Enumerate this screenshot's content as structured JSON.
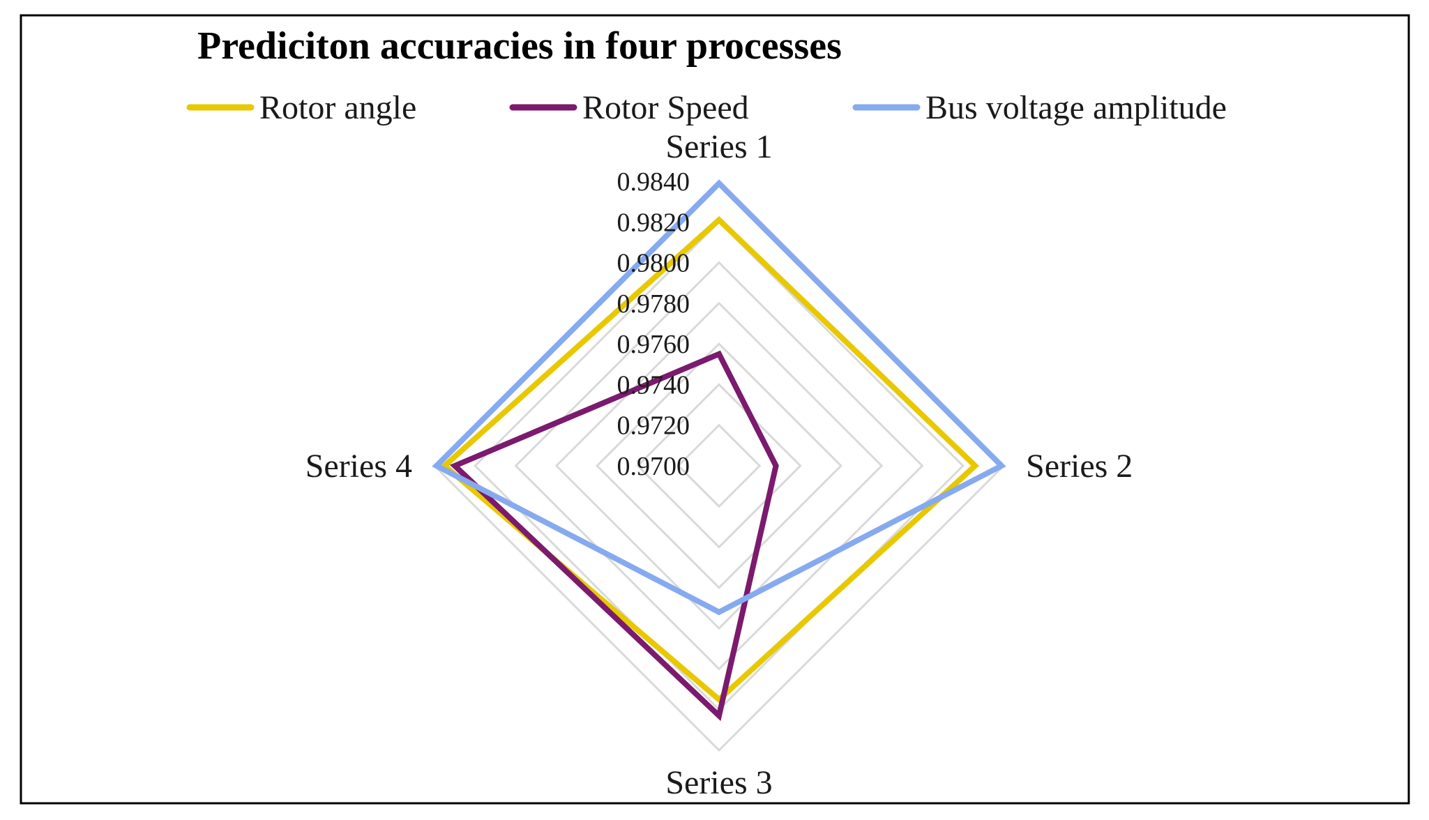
{
  "chart_data": {
    "type": "radar",
    "title": "Prediciton accuracies in four processes",
    "categories": [
      "Series 1",
      "Series 2",
      "Series 3",
      "Series 4"
    ],
    "rlim": [
      0.97,
      0.984
    ],
    "ticks": [
      "0.9700",
      "0.9720",
      "0.9740",
      "0.9760",
      "0.9780",
      "0.9800",
      "0.9820",
      "0.9840"
    ],
    "tick_values": [
      0.97,
      0.972,
      0.974,
      0.976,
      0.978,
      0.98,
      0.982,
      0.984
    ],
    "grid": true,
    "legend_position": "top",
    "series": [
      {
        "name": "Rotor angle",
        "color": "#e8c800",
        "values": [
          0.9821,
          0.9826,
          0.9815,
          0.9835
        ]
      },
      {
        "name": "Rotor Speed",
        "color": "#7b1a6e",
        "values": [
          0.9755,
          0.9728,
          0.9823,
          0.983
        ]
      },
      {
        "name": "Bus voltage amplitude",
        "color": "#86aaf0",
        "values": [
          0.9839,
          0.9839,
          0.9772,
          0.9839
        ]
      }
    ]
  }
}
